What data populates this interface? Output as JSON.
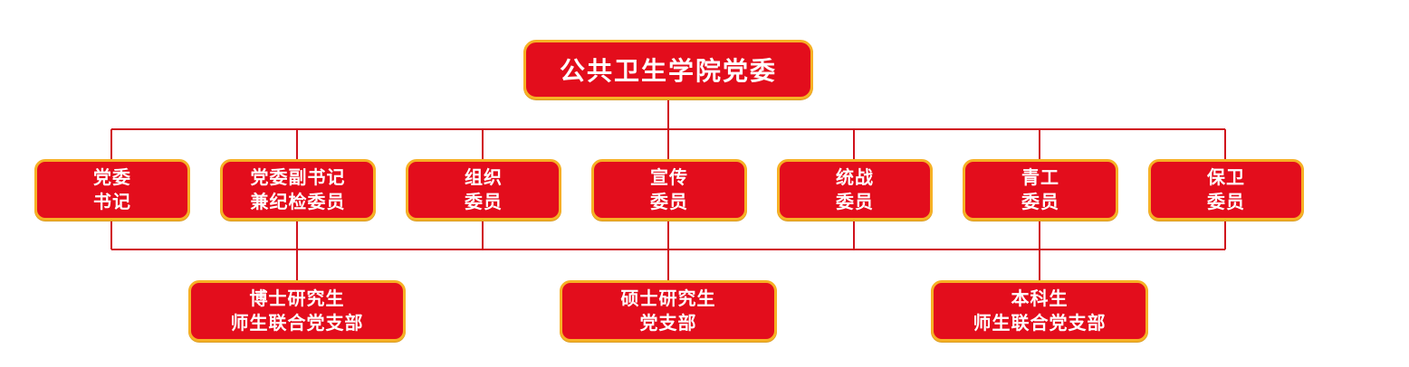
{
  "colors": {
    "box_fill": "#e30d1c",
    "box_border": "#f6b125",
    "connector": "#d0121d",
    "text": "#ffffff"
  },
  "top": {
    "label": "公共卫生学院党委"
  },
  "committee": [
    {
      "line1": "党委",
      "line2": "书记"
    },
    {
      "line1": "党委副书记",
      "line2": "兼纪检委员"
    },
    {
      "line1": "组织",
      "line2": "委员"
    },
    {
      "line1": "宣传",
      "line2": "委员"
    },
    {
      "line1": "统战",
      "line2": "委员"
    },
    {
      "line1": "青工",
      "line2": "委员"
    },
    {
      "line1": "保卫",
      "line2": "委员"
    }
  ],
  "branches": [
    {
      "line1": "博士研究生",
      "line2": "师生联合党支部"
    },
    {
      "line1": "硕士研究生",
      "line2": "党支部"
    },
    {
      "line1": "本科生",
      "line2": "师生联合党支部"
    }
  ]
}
